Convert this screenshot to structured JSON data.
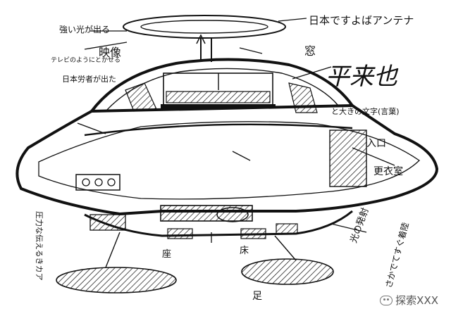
{
  "labels": {
    "antenna": "日本ですよばアンテナ",
    "strong_light": "強い光が出る",
    "television": "テレビのようにとかせる",
    "image": "映像",
    "japanese_came": "日本労者が出た",
    "alien_letter": "平来也",
    "alien_letter_desc": "と大きの文字(言葉)",
    "window": "窓",
    "entrance": "入口",
    "seat": "座",
    "floor": "床",
    "legs": "足",
    "light_emit": "光の発射",
    "emitted": "さかでてすぐ着陸",
    "pressure_belt": "圧力な伝えるきカア",
    "change_seat": "更衣室"
  },
  "watermark": "探索XXX"
}
